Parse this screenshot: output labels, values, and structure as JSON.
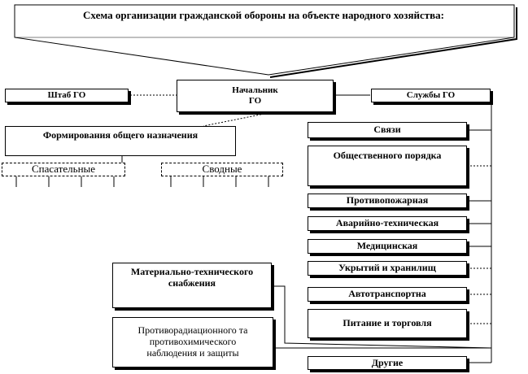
{
  "title": "Схема организации гражданской обороны на объекте народного хозяйства:",
  "chief": "Начальник\nГО",
  "staff": "Штаб ГО",
  "services_header": "Службы ГО",
  "formations": "Формирования общего назначения",
  "rescue": "Спасательные",
  "combined": "Сводные",
  "services": [
    "Связи",
    "Общественного порядка",
    "Противопожарная",
    "Аварийно-техническая",
    "Медицинская",
    "Укрытий и хранилищ",
    "Автотранспортна",
    "Питание и торговля",
    "Другие"
  ],
  "supply": "Материально-технического\nснабжения",
  "protection": "Противорадиационного та\nпротивохимического\nнаблюдения и защиты"
}
